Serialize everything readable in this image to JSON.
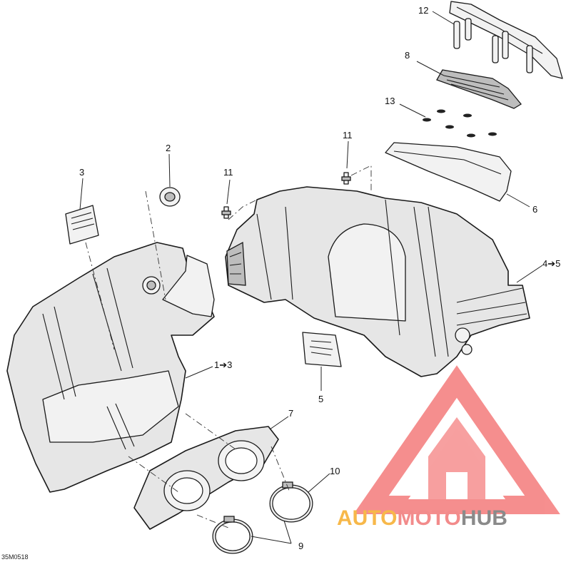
{
  "callouts": {
    "c12": "12",
    "c8": "8",
    "c13": "13",
    "c11a": "11",
    "c11b": "11",
    "c2": "2",
    "c3": "3",
    "c6": "6",
    "c4to5": "4➔5",
    "c1to3": "1➔3",
    "c5": "5",
    "c7": "7",
    "c10": "10",
    "c9": "9"
  },
  "reference_code": "35M0518",
  "watermark": {
    "part1": "AUTO",
    "part2": "MOTO",
    "part3": "HUB",
    "color_auto": "#f7b84a",
    "color_moto": "#f28b8b",
    "color_hub": "#8a8a8a",
    "logo_color": "#f47b7b"
  }
}
